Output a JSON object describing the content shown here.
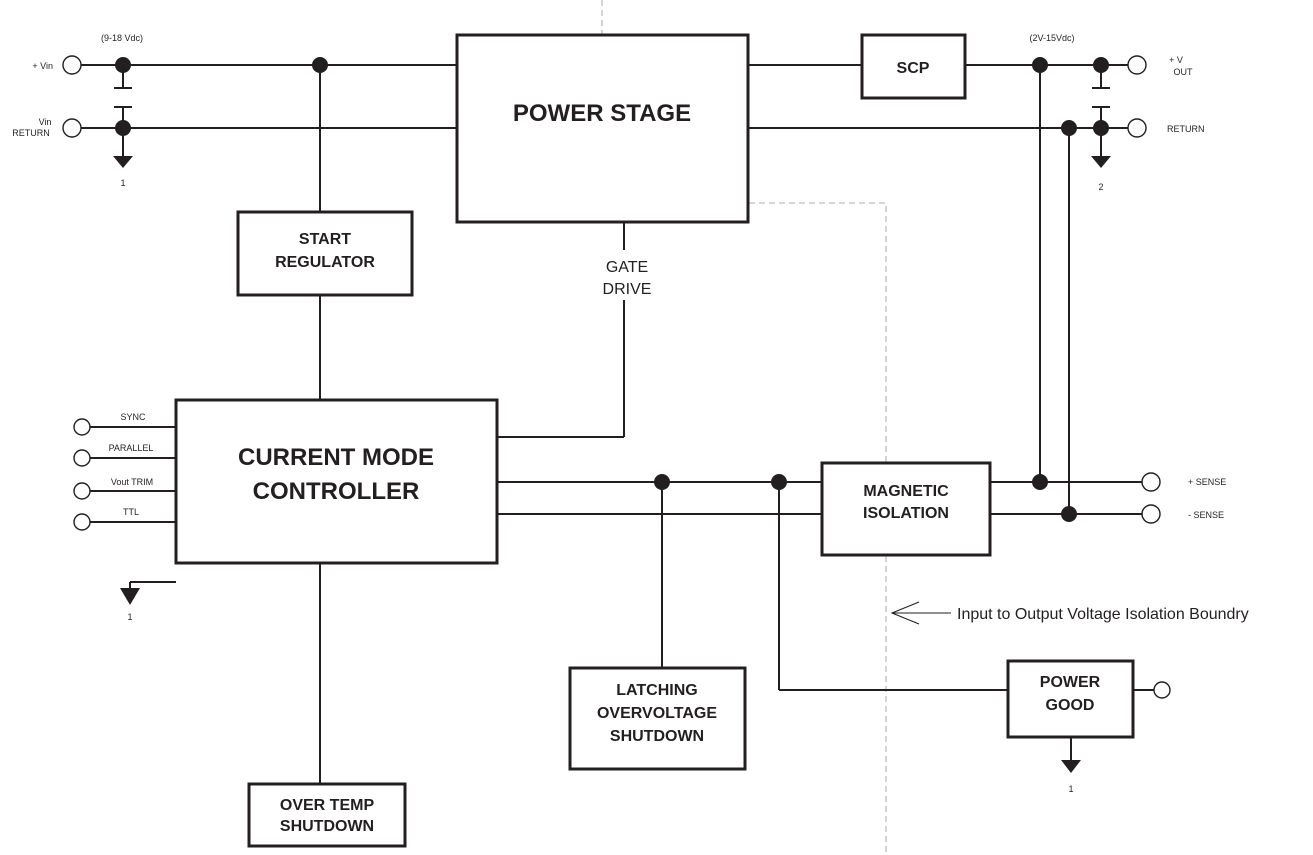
{
  "inputs": {
    "vin_range": "(9-18 Vdc)",
    "vin_plus": "+ Vin",
    "vin_return_1": "Vin",
    "vin_return_2": "RETURN",
    "ground_in_label": "1"
  },
  "outputs": {
    "vout_range": "(2V-15Vdc)",
    "vout_plus_1": "+ V",
    "vout_plus_2": "OUT",
    "vout_return": "RETURN",
    "ground_out_label": "2",
    "plus_sense": "+ SENSE",
    "minus_sense": "- SENSE"
  },
  "blocks": {
    "power_stage": "POWER STAGE",
    "scp": "SCP",
    "start_regulator_1": "START",
    "start_regulator_2": "REGULATOR",
    "gate_drive_1": "GATE",
    "gate_drive_2": "DRIVE",
    "controller_1": "CURRENT MODE",
    "controller_2": "CONTROLLER",
    "magnetic_1": "MAGNETIC",
    "magnetic_2": "ISOLATION",
    "latching_1": "LATCHING",
    "latching_2": "OVERVOLTAGE",
    "latching_3": "SHUTDOWN",
    "power_good_1": "POWER",
    "power_good_2": "GOOD",
    "over_temp_1": "OVER TEMP",
    "over_temp_2": "SHUTDOWN"
  },
  "controller_pins": {
    "sync": "SYNC",
    "parallel": "PARALLEL",
    "vout_trim": "Vout TRIM",
    "ttl": "TTL",
    "ground_label": "1"
  },
  "power_good_ground_label": "1",
  "isolation_boundary": "Input to Output Voltage Isolation Boundry"
}
